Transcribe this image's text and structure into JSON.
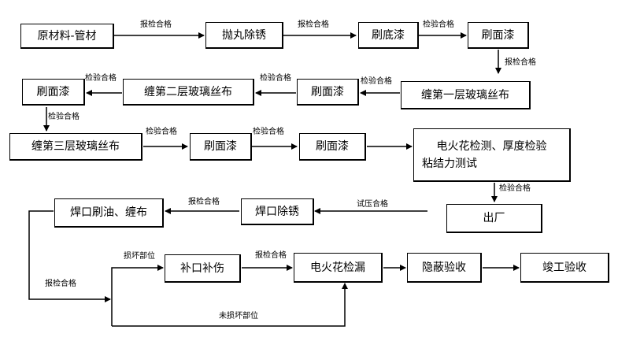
{
  "nodes": {
    "raw_pipe": "原材料-管材",
    "shot_blast": "抛丸除锈",
    "primer": "刷底漆",
    "topcoat_1": "刷面漆",
    "glass_cloth_1": "缠第一层玻璃丝布",
    "topcoat_2": "刷面漆",
    "glass_cloth_2": "缠第二层玻璃丝布",
    "topcoat_3": "刷面漆",
    "glass_cloth_3": "缠第三层玻璃丝布",
    "topcoat_4": "刷面漆",
    "topcoat_5": "刷面漆",
    "inspection_line1": "电火花检测、厚度检验",
    "inspection_line2": "粘结力测试",
    "leave_factory": "出厂",
    "weld_derust": "焊口除锈",
    "weld_paint_wrap": "焊口刷油、缠布",
    "patch_repair": "补口补伤",
    "spark_leak_test": "电火花检漏",
    "concealed_acceptance": "隐蔽验收",
    "completion_acceptance": "竣工验收"
  },
  "edge_labels": {
    "report_pass": "报检合格",
    "inspect_pass": "检验合格",
    "pressure_test_pass": "试压合格",
    "damaged_part": "损坏部位",
    "undamaged_part": "未损坏部位"
  }
}
